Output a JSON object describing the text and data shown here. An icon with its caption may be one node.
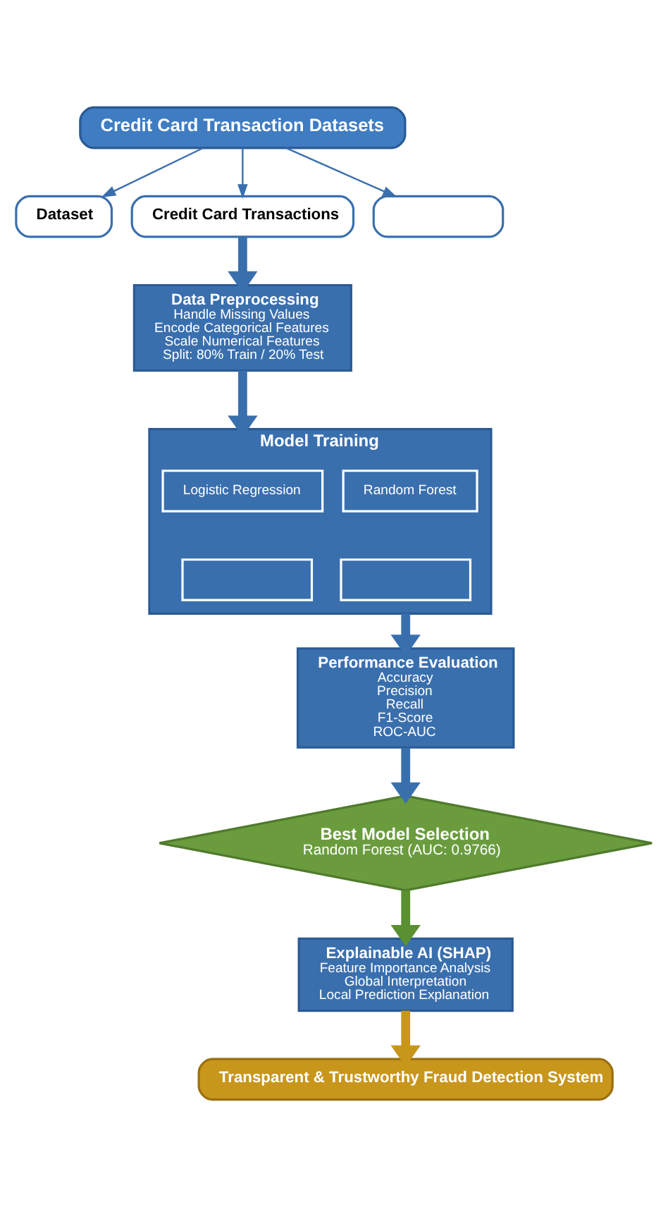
{
  "diagram": {
    "nodes": [
      {
        "text": [
          "Credit Card Transaction Datasets"
        ]
      },
      {
        "text": [
          "Dataset"
        ]
      },
      {
        "text": [
          "Credit Card Transactions"
        ]
      },
      {
        "text": [],
        "shape": "box"
      },
      {
        "text": [
          "Data Preprocessing",
          "Handle Missing Values",
          "Encode Categorical Features",
          "Scale Numerical Features",
          "Split: 80% Train / 20% Test"
        ]
      },
      {
        "text": [
          "Model Training"
        ]
      },
      {
        "text": [
          "Logistic Regression"
        ],
        "in": 5
      },
      {
        "text": [
          "Random Forest"
        ],
        "in": 5
      },
      {
        "text": [],
        "shape": "box",
        "in": 5
      },
      {
        "text": [],
        "shape": "box",
        "in": 5
      },
      {
        "text": [
          "Performance Evaluation",
          "Accuracy",
          "Precision",
          "Recall",
          "F1-Score",
          "ROC-AUC"
        ]
      },
      {
        "text": [
          "Best Model Selection",
          "Random Forest (AUC: 0.9766)"
        ]
      },
      {
        "text": [
          "Explainable AI (SHAP)",
          "Feature Importance Analysis",
          "Global Interpretation",
          "Local Prediction Explanation"
        ]
      },
      {
        "text": [
          "Transparent & Trustworthy Fraud Detection System"
        ]
      }
    ],
    "edges": [
      {
        "from": 0,
        "to": 1,
        "arrow": "to"
      },
      {
        "from": 0,
        "to": 2,
        "arrow": "to"
      },
      {
        "from": 0,
        "to": 3,
        "arrow": "to"
      },
      {
        "from": 2,
        "to": 4,
        "arrow": "to"
      },
      {
        "from": 4,
        "to": 5,
        "arrow": "to"
      },
      {
        "from": 5,
        "to": 10,
        "arrow": "to"
      },
      {
        "from": 10,
        "to": 11,
        "arrow": "to"
      },
      {
        "from": 11,
        "to": 12,
        "arrow": "to",
        "color": "#5a8f32"
      },
      {
        "from": 12,
        "to": 13,
        "arrow": "to",
        "color": "#c8961b"
      }
    ]
  }
}
